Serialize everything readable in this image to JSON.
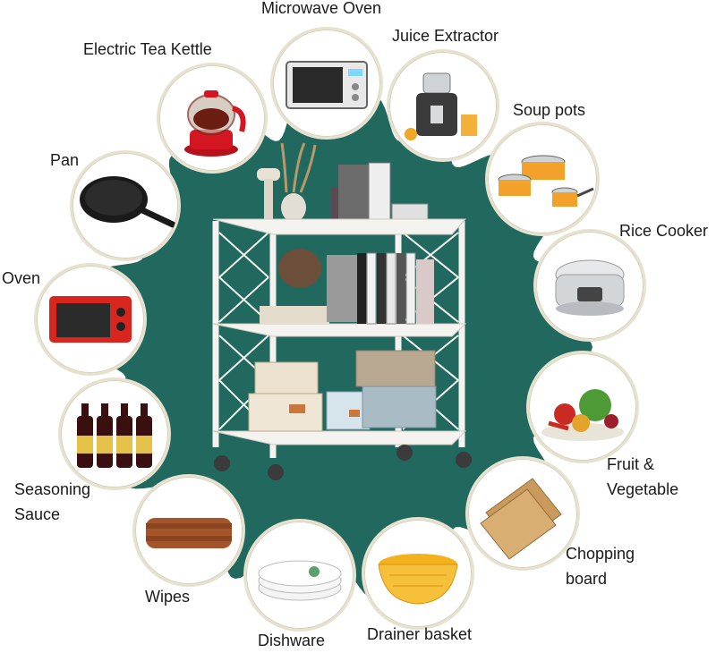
{
  "colors": {
    "background": "#ffffff",
    "badge": "#21695f",
    "ring": "#e7e2cf",
    "shelf": "#f4f3ef"
  },
  "product": {
    "name": "3-tier foldable rolling storage cart"
  },
  "items": [
    {
      "id": "microwave",
      "label": "Microwave Oven",
      "icon": "microwave-icon"
    },
    {
      "id": "kettle",
      "label": "Electric Tea Kettle",
      "icon": "kettle-icon"
    },
    {
      "id": "juicer",
      "label": "Juice Extractor",
      "icon": "juicer-icon"
    },
    {
      "id": "pots",
      "label": "Soup pots",
      "icon": "soup-pot-icon"
    },
    {
      "id": "pan",
      "label": "Pan",
      "icon": "frying-pan-icon"
    },
    {
      "id": "rice",
      "label": "Rice Cooker",
      "icon": "rice-cooker-icon"
    },
    {
      "id": "oven",
      "label": "Oven",
      "icon": "toaster-oven-icon"
    },
    {
      "id": "fruit",
      "label1": "Fruit &",
      "label2": "Vegetable",
      "icon": "vegetables-icon"
    },
    {
      "id": "sauce",
      "label1": "Seasoning",
      "label2": "Sauce",
      "icon": "sauce-bottles-icon"
    },
    {
      "id": "board",
      "label1": "Chopping",
      "label2": "board",
      "icon": "cutting-board-icon"
    },
    {
      "id": "wipes",
      "label": "Wipes",
      "icon": "towel-icon"
    },
    {
      "id": "basket",
      "label": "Drainer basket",
      "icon": "drainer-basket-icon"
    },
    {
      "id": "dish",
      "label": "Dishware",
      "icon": "plates-icon"
    }
  ]
}
